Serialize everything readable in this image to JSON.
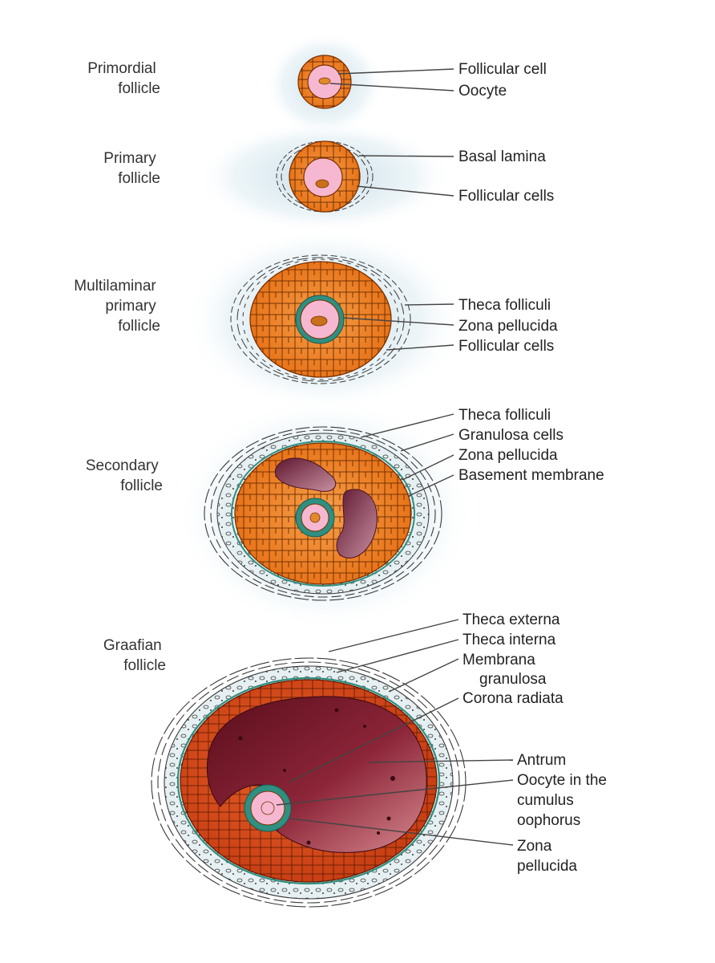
{
  "stages": [
    {
      "id": "primordial",
      "label_lines": [
        "Primordial",
        "follicle"
      ],
      "parts": [
        "Follicular cell",
        "Oocyte"
      ]
    },
    {
      "id": "primary",
      "label_lines": [
        "Primary",
        "follicle"
      ],
      "parts": [
        "Basal lamina",
        "Follicular cells"
      ]
    },
    {
      "id": "multilaminar",
      "label_lines": [
        "Multilaminar",
        "primary",
        "follicle"
      ],
      "parts": [
        "Theca folliculi",
        "Zona pellucida",
        "Follicular cells"
      ]
    },
    {
      "id": "secondary",
      "label_lines": [
        "Secondary",
        "follicle"
      ],
      "parts": [
        "Theca folliculi",
        "Granulosa cells",
        "Zona pellucida",
        "Basement membrane"
      ]
    },
    {
      "id": "graafian",
      "label_lines": [
        "Graafian",
        "follicle"
      ],
      "parts": [
        "Theca externa",
        "Theca interna",
        "Membrana",
        "granulosa",
        "Corona radiata",
        "Antrum",
        "Oocyte in the",
        "cumulus",
        "oophorus",
        "Zona",
        "pellucida"
      ]
    }
  ],
  "colors": {
    "follicular_orange": "#f08a2a",
    "granulosa_red": "#d24a1a",
    "oocyte_pink": "#f6b8d0",
    "zona_teal": "#2f8f80",
    "antrum_dark": "#6a1422",
    "shadow_blue": "#c9dfe8"
  }
}
